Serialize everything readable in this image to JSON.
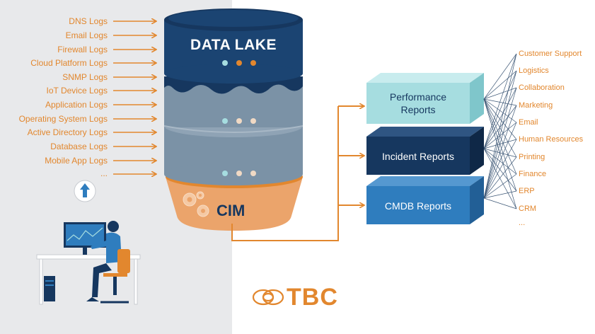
{
  "log_sources": [
    "DNS  Logs",
    "Email Logs",
    "Firewall Logs",
    "Cloud Platform Logs",
    "SNMP Logs",
    "IoT Device Logs",
    "Application Logs",
    "Operating System Logs",
    "Active Directory Logs",
    "Database Logs",
    "Mobile App Logs",
    "..."
  ],
  "data_lake": {
    "title": "DATA LAKE"
  },
  "cim": {
    "label": "CIM"
  },
  "reports": {
    "performance": {
      "line1": "Performance",
      "line2": "Reports"
    },
    "incident": {
      "label": "Incident Reports"
    },
    "cmdb": {
      "label": "CMDB Reports"
    }
  },
  "destinations": [
    "Customer Support",
    "Logistics",
    "Collaboration",
    "Marketing",
    "Email",
    "Human Resources",
    "Printing",
    "Finance",
    "ERP",
    "CRM",
    "..."
  ],
  "logo": {
    "text": "TBC"
  },
  "colors": {
    "orange": "#e2872e",
    "navy": "#16375f",
    "slate": "#7b92a6",
    "teal_light": "#a6dde0",
    "blue": "#2f7dbe",
    "panel_gray": "#e8e9eb"
  }
}
